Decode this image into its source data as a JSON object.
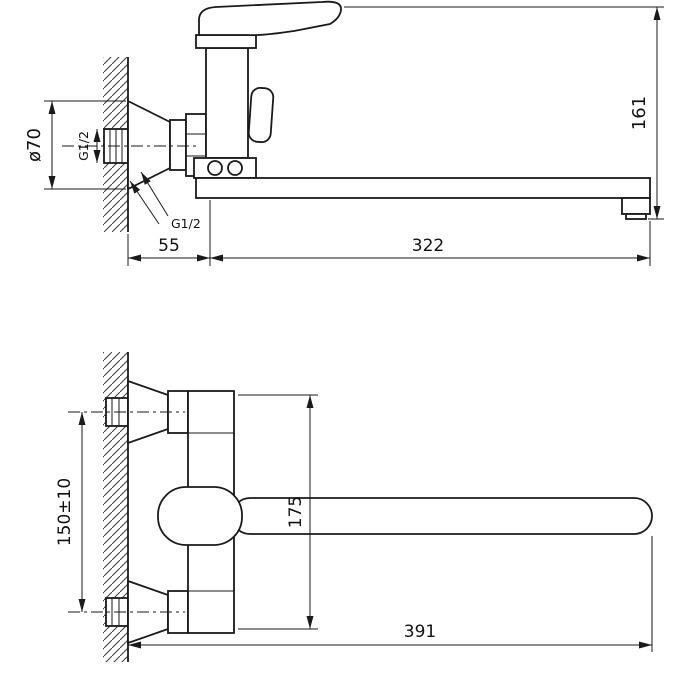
{
  "drawing": {
    "ink_color": "#1a1a1a",
    "paper_color": "#ffffff",
    "side_view": {
      "dia_label": "ø70",
      "thread_label_inlet": "G1/2",
      "thread_label_spout": "G1/2",
      "height_label": "161",
      "offset_label": "55",
      "reach_label": "322"
    },
    "plan_view": {
      "spacing_label": "150±10",
      "body_label": "175",
      "length_label": "391"
    }
  }
}
